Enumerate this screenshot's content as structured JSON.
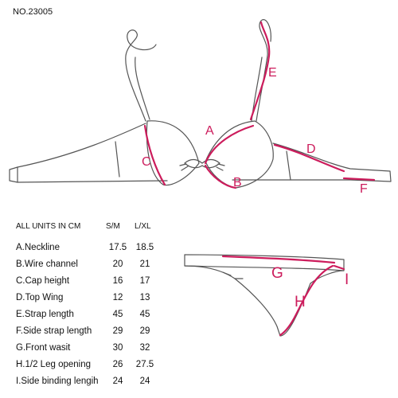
{
  "title": "NO.23005",
  "labels": {
    "A": "A",
    "B": "B",
    "C": "C",
    "D": "D",
    "E": "E",
    "F": "F",
    "G": "G",
    "H": "H",
    "I": "I"
  },
  "accent_color": "#cc1c5c",
  "outline_color": "#555555",
  "table": {
    "units_label": "ALL UNITS IN CM",
    "size_headers": [
      "S/M",
      "L/XL"
    ],
    "rows": [
      {
        "name": "A.Neckline",
        "sm": "17.5",
        "lxl": "18.5"
      },
      {
        "name": "B.Wire channel",
        "sm": "20",
        "lxl": "21"
      },
      {
        "name": "C.Cap height",
        "sm": "16",
        "lxl": "17"
      },
      {
        "name": "D.Top Wing",
        "sm": "12",
        "lxl": "13"
      },
      {
        "name": "E.Strap length",
        "sm": "45",
        "lxl": "45"
      },
      {
        "name": "F.Side strap length",
        "sm": "29",
        "lxl": "29"
      },
      {
        "name": "G.Front wasit",
        "sm": "30",
        "lxl": "32"
      },
      {
        "name": "H.1/2 Leg opening",
        "sm": "26",
        "lxl": "27.5"
      },
      {
        "name": "I.Side binding lengih",
        "sm": "24",
        "lxl": "24"
      }
    ]
  }
}
